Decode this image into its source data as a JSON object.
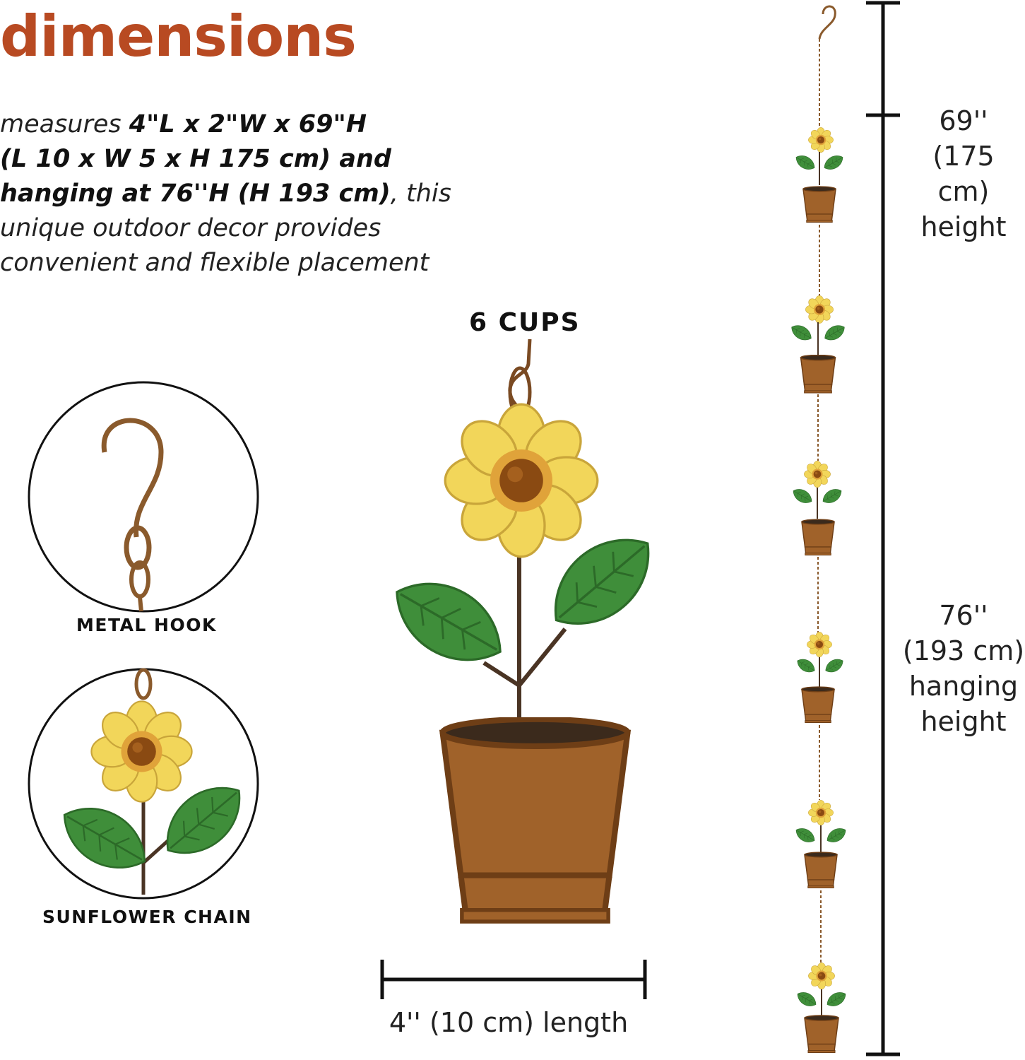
{
  "title": "dimensions",
  "description": {
    "p1": "measures ",
    "b1": "4\"L x 2\"W x 69\"H",
    "b2": "(L 10 x W 5 x H 175 cm) and",
    "b3": "hanging at 76''H (H 193 cm)",
    "p2": ", this",
    "p3": "unique outdoor decor provides",
    "p4": "convenient and flexible placement"
  },
  "labels": {
    "cups": "6 CUPS",
    "metal_hook": "METAL HOOK",
    "sunflower_chain": "SUNFLOWER CHAIN"
  },
  "dimensions": {
    "height_value": "69''",
    "height_metric": "(175 cm)",
    "height_label": "height",
    "hanging_value": "76''",
    "hanging_metric": "(193 cm)",
    "hanging_label_1": "hanging",
    "hanging_label_2": "height",
    "length_text": "4'' (10 cm) length"
  },
  "colors": {
    "title": "#b84a22",
    "petal": "#f2d65a",
    "center": "#8a4a12",
    "leaf": "#3f8e3a",
    "pot": "#a0622a",
    "metal": "#7a4a22"
  }
}
